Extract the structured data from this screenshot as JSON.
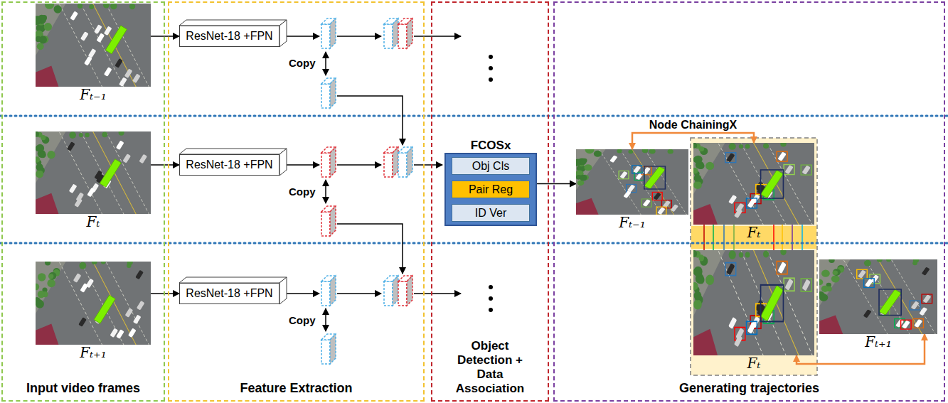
{
  "diagram": {
    "nodes": [
      {
        "text": [
          "Input video frames"
        ]
      },
      {
        "text": [
          "Fₜ₋₁"
        ],
        "in": 0
      },
      {
        "text": [
          "Fₜ"
        ],
        "in": 0
      },
      {
        "text": [
          "Fₜ₊₁"
        ],
        "in": 0
      },
      {
        "text": [
          "Feature Extraction"
        ]
      },
      {
        "text": [
          "ResNet-18 +FPN"
        ],
        "in": 4
      },
      {
        "text": [
          "ResNet-18 +FPN"
        ],
        "in": 4
      },
      {
        "text": [
          "ResNet-18 +FPN"
        ],
        "in": 4
      },
      {
        "text": [
          "Object Detection + Data Association"
        ]
      },
      {
        "text": [
          "FCOSx"
        ],
        "in": 8
      },
      {
        "text": [
          "Obj Cls"
        ],
        "in": 9
      },
      {
        "text": [
          "Pair Reg"
        ],
        "in": 9
      },
      {
        "text": [
          "ID Ver"
        ],
        "in": 9
      },
      {
        "text": [
          "Generating trajectories"
        ]
      },
      {
        "text": [
          "Fₜ₋₁"
        ],
        "in": 13
      },
      {
        "text": [
          "Fₜ"
        ],
        "in": 13
      },
      {
        "text": [
          "Fₜ"
        ],
        "in": 13
      },
      {
        "text": [
          "Fₜ₊₁"
        ],
        "in": 13
      }
    ],
    "edges": [
      {
        "from": 1,
        "to": 5,
        "arrow": "to"
      },
      {
        "from": 2,
        "to": 6,
        "arrow": "to"
      },
      {
        "from": 3,
        "to": 7,
        "arrow": "to"
      },
      {
        "from": 9,
        "to": 14,
        "arrow": "to"
      },
      {
        "from": 14,
        "to": 15,
        "label": "Node ChainingX",
        "arrow": "both"
      },
      {
        "from": 16,
        "to": 17,
        "arrow": "both"
      }
    ],
    "labels": [
      "Copy",
      "Copy",
      "Copy"
    ]
  }
}
